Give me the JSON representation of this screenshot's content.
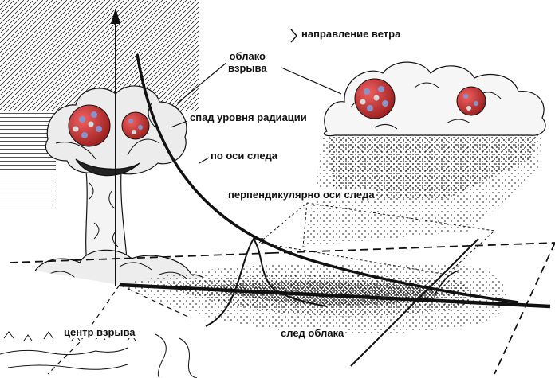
{
  "diagram": {
    "labels": {
      "wind_direction": "направление ветра",
      "explosion_cloud": "облако\nвзрыва",
      "radiation_decline": "спад уровня радиации",
      "along_trace_axis": "по оси следа",
      "perpendicular_trace_axis": "перпендикулярно оси следа",
      "explosion_center": "центр взрыва",
      "cloud_trace": "след облака"
    },
    "colors": {
      "ink": "#111111",
      "nucleus_red": "#d23a3a",
      "nucleus_blue": "#8a93c9",
      "background": "#ffffff"
    },
    "icons": [
      "wind-arrow-icon",
      "atomic-nucleus-icon"
    ]
  }
}
